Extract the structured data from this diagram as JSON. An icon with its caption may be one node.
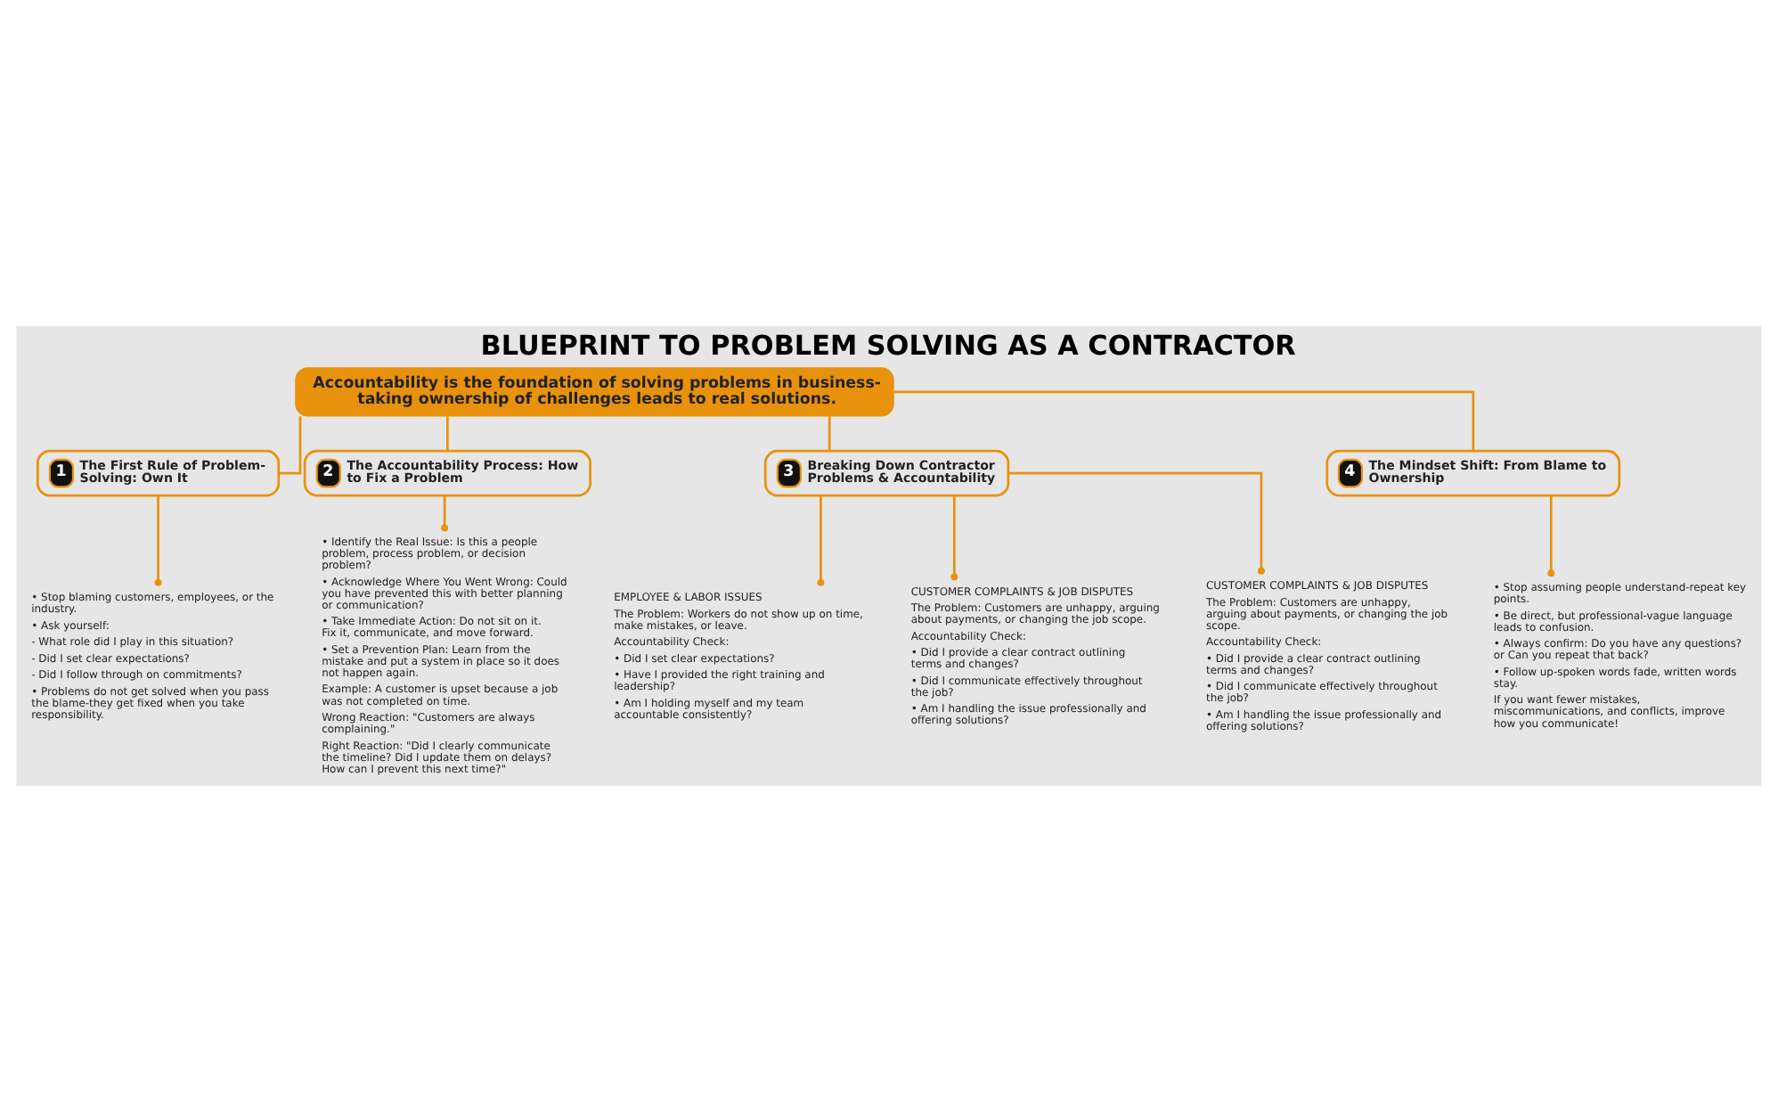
{
  "diagram": {
    "title": "BLUEPRINT TO PROBLEM SOLVING AS A CONTRACTOR",
    "nodes": [
      {
        "text": [
          "Accountability is the foundation of solving problems in business-taking ownership of challenges leads to real solutions."
        ]
      },
      {
        "text": [
          "1",
          "The First Rule of Problem-Solving: Own It"
        ]
      },
      {
        "text": [
          "2",
          "The Accountability Process: How to Fix a Problem"
        ]
      },
      {
        "text": [
          "3",
          "Breaking Down Contractor Problems & Accountability"
        ]
      },
      {
        "text": [
          "4",
          "The Mindset Shift: From Blame to Ownership"
        ]
      },
      {
        "text": [
          "• Stop blaming customers, employees, or the industry.",
          "• Ask yourself:",
          "- What role did I play in this situation?",
          "- Did I set clear expectations?",
          "- Did I follow through on commitments?",
          "• Problems do not get solved when you pass the blame-they get fixed when you take responsibility."
        ]
      },
      {
        "text": [
          "• Identify the Real Issue: Is this a people problem, process problem, or decision problem?",
          "• Acknowledge Where You Went Wrong: Could you have prevented this with better planning or communication?",
          "• Take Immediate Action: Do not sit on it. Fix it, communicate, and move forward.",
          "• Set a Prevention Plan: Learn from the mistake and put a system in place so it does not happen again.",
          "Example: A customer is upset because a job was not completed on time.",
          "Wrong Reaction: \"Customers are always complaining.\"",
          "Right Reaction: \"Did I clearly communicate the timeline? Did I update them on delays? How can I prevent this next time?\""
        ]
      },
      {
        "text": [
          "EMPLOYEE & LABOR ISSUES",
          "The Problem: Workers do not show up on time, make mistakes, or leave.",
          "Accountability Check:",
          "• Did I set clear expectations?",
          "• Have I provided the right training and leadership?",
          "• Am I holding myself and my team accountable consistently?"
        ]
      },
      {
        "text": [
          "CUSTOMER COMPLAINTS & JOB DISPUTES",
          "The Problem: Customers are unhappy, arguing about payments, or changing the job scope.",
          "Accountability Check:",
          "• Did I provide a clear contract outlining terms and changes?",
          "• Did I communicate effectively throughout the job?",
          "• Am I handling the issue professionally and offering solutions?"
        ]
      },
      {
        "text": [
          "CUSTOMER COMPLAINTS & JOB DISPUTES",
          "The Problem: Customers are unhappy,    arguing about payments, or changing the job scope.",
          "Accountability Check:",
          "• Did I provide a clear contract outlining terms and changes?",
          "• Did I communicate effectively throughout the job?",
          "• Am I handling the issue professionally and offering solutions?"
        ]
      },
      {
        "text": [
          "• Stop assuming people understand-repeat key points.",
          "• Be direct, but professional-vague language leads to confusion.",
          "• Always confirm: Do you have any questions? or Can you repeat that back?",
          "• Follow up-spoken words fade, written words stay.",
          "If you want fewer mistakes, miscommunications, and conflicts, improve how you communicate!"
        ]
      }
    ],
    "edges": [
      {
        "from": 0,
        "to": 1,
        "arrow": "none"
      },
      {
        "from": 0,
        "to": 2,
        "arrow": "none"
      },
      {
        "from": 0,
        "to": 3,
        "arrow": "none"
      },
      {
        "from": 0,
        "to": 4,
        "arrow": "none"
      },
      {
        "from": 1,
        "to": 5,
        "arrow": "other"
      },
      {
        "from": 2,
        "to": 6,
        "arrow": "other"
      },
      {
        "from": 3,
        "to": 7,
        "arrow": "other"
      },
      {
        "from": 3,
        "to": 8,
        "arrow": "other"
      },
      {
        "from": 3,
        "to": 9,
        "arrow": "other"
      },
      {
        "from": 4,
        "to": 10,
        "arrow": "other"
      }
    ]
  }
}
